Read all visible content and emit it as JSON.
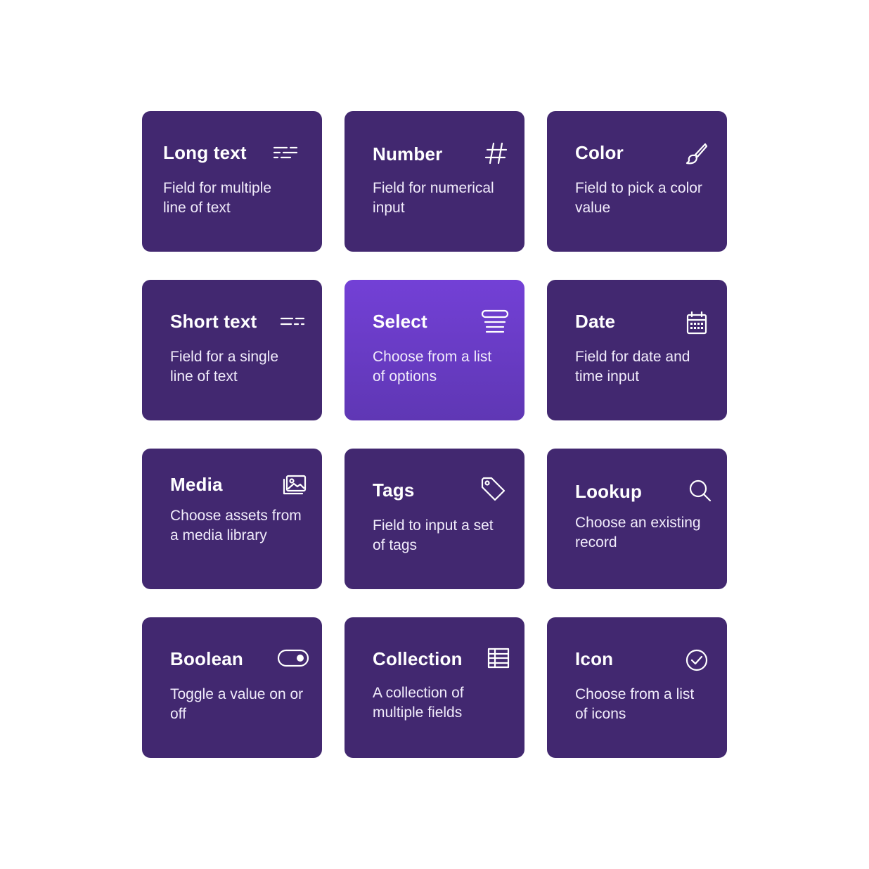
{
  "cards": [
    {
      "title": "Long text",
      "description": "Field for multiple line of text",
      "icon": "long-text-icon"
    },
    {
      "title": "Number",
      "description": "Field for numerical input",
      "icon": "hash-icon"
    },
    {
      "title": "Color",
      "description": "Field to pick a color value",
      "icon": "paintbrush-icon"
    },
    {
      "title": "Short text",
      "description": "Field for a single line of text",
      "icon": "short-text-icon"
    },
    {
      "title": "Select",
      "description": "Choose from a list of options",
      "icon": "select-list-icon",
      "selected": true
    },
    {
      "title": "Date",
      "description": "Field for date and time input",
      "icon": "calendar-icon"
    },
    {
      "title": "Media",
      "description": "Choose assets from a media library",
      "icon": "image-gallery-icon"
    },
    {
      "title": "Tags",
      "description": "Field to input a set of tags",
      "icon": "tag-icon"
    },
    {
      "title": "Lookup",
      "description": "Choose an existing record",
      "icon": "search-icon"
    },
    {
      "title": "Boolean",
      "description": "Toggle a value on or off",
      "icon": "toggle-icon"
    },
    {
      "title": "Collection",
      "description": "A collection of multiple fields",
      "icon": "table-icon"
    },
    {
      "title": "Icon",
      "description": "Choose from a list of icons",
      "icon": "check-circle-icon"
    }
  ],
  "colors": {
    "card_background": "#422870",
    "card_selected_top": "#7340d6",
    "card_selected_bottom": "#5f37b4",
    "text": "#ffffff",
    "page_background": "#ffffff"
  }
}
